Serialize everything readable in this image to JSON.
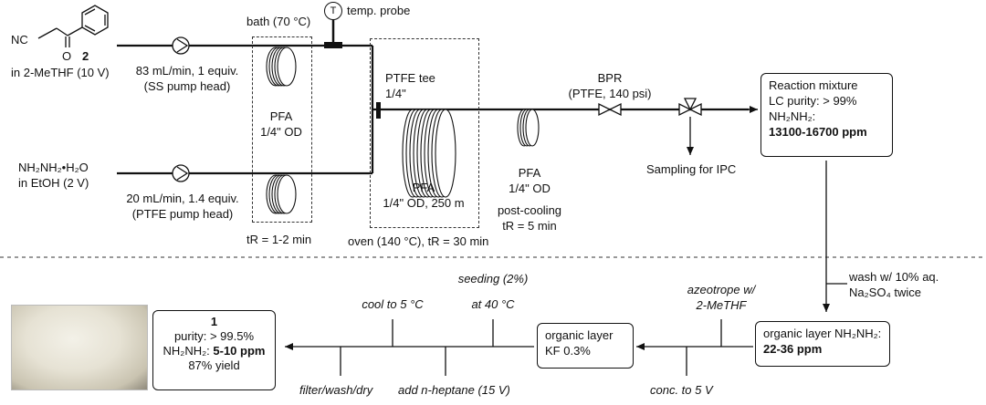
{
  "colors": {
    "line": "#111111",
    "dash": "#333333"
  },
  "icons": [
    "pump-icon",
    "temperature-probe-icon",
    "coil-icon",
    "valve-icon",
    "arrow-icon"
  ],
  "reagent1": {
    "formula_nc": "NC",
    "formula_o": "O",
    "compound_number": "2",
    "solvent": "in 2-MeTHF (10 V)",
    "flow": "83 mL/min, 1 equiv.",
    "pump_head": "(SS pump head)"
  },
  "reagent2": {
    "formula": "NH₂NH₂•H₂O",
    "solvent": "in EtOH (2 V)",
    "flow": "20 mL/min, 1.4 equiv.",
    "pump_head": "(PTFE pump head)"
  },
  "bath": {
    "label": "bath (70 °C)",
    "probe_symbol": "T",
    "probe_label": "temp. probe",
    "coil_line1": "PFA",
    "coil_line2": "1/4\" OD",
    "residence": "tR = 1-2 min"
  },
  "oven": {
    "tee_line1": "PTFE tee",
    "tee_line2": "1/4\"",
    "coil_line1": "PFA",
    "coil_line2": "1/4\" OD, 250 m",
    "label": "oven (140 °C), tR = 30 min"
  },
  "cooling": {
    "line1": "PFA",
    "line2": "1/4\" OD",
    "line3": "post-cooling",
    "line4": "tR = 5 min"
  },
  "bpr": {
    "line1": "BPR",
    "line2": "(PTFE, 140 psi)"
  },
  "sampling": "Sampling for IPC",
  "reaction_box": {
    "line1": "Reaction mixture",
    "line2": "LC purity: > 99%",
    "line3": "NH₂NH₂:",
    "line4": "13100-16700 ppm"
  },
  "wash": {
    "line1": "wash w/ 10% aq.",
    "line2": "Na₂SO₄ twice"
  },
  "organic1": {
    "line1": "organic layer NH₂NH₂:",
    "line2": "22-36 ppm"
  },
  "steps_a": {
    "azeotrope1": "azeotrope w/",
    "azeotrope2": "2-MeTHF",
    "conc": "conc. to 5 V"
  },
  "organic2": {
    "line1": "organic layer",
    "line2": "KF 0.3%"
  },
  "steps_b": {
    "seeding1": "seeding (2%)",
    "seeding2": "at 40 °C",
    "cool": "cool to 5 °C",
    "heptane": "add n-heptane (15 V)",
    "filter": "filter/wash/dry"
  },
  "product": {
    "number": "1",
    "purity": "purity: > 99.5%",
    "hydrazine_label": "NH₂NH₂: ",
    "hydrazine_value": "5-10 ppm",
    "yield": "87% yield"
  }
}
